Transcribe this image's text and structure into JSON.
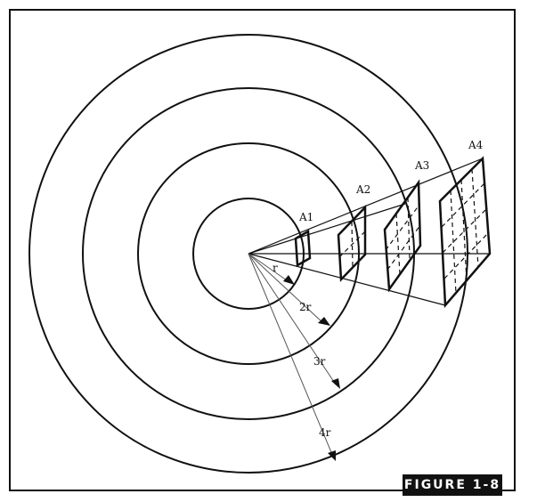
{
  "figure_tag": "FIGURE 1-8",
  "labels": {
    "a1": "A1",
    "a2": "A2",
    "a3": "A3",
    "a4": "A4",
    "r1": "r",
    "r2": "2r",
    "r3": "3r",
    "r4": "4r"
  }
}
